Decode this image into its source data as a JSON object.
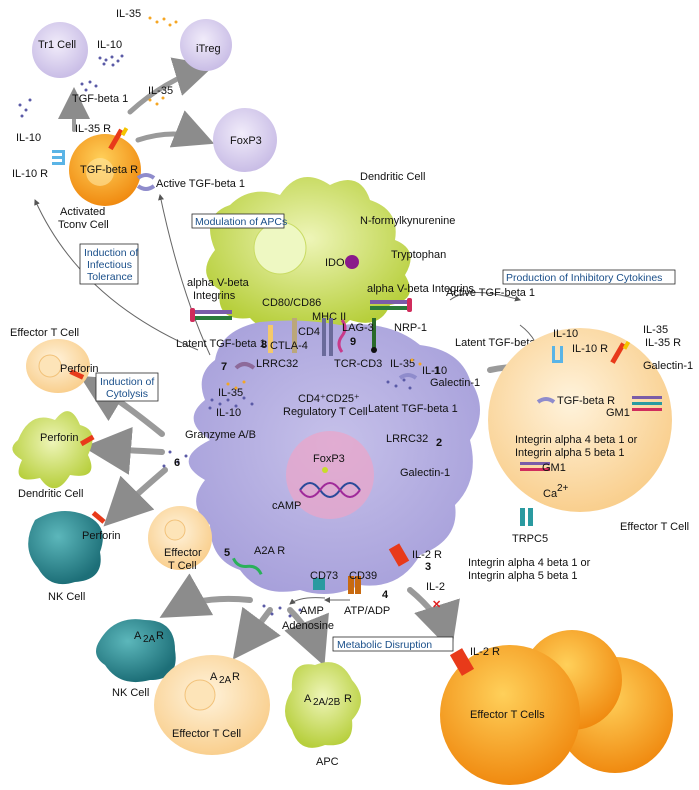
{
  "cells": {
    "tr1": "Tr1 Cell",
    "itreg": "iTreg",
    "foxp3_small": "FoxP3",
    "activated_tconv_1": "Activated",
    "activated_tconv_2": "Tconv Cell",
    "dendritic_top": "Dendritic Cell",
    "effector_left": "Effector T Cell",
    "dendritic_left": "Dendritic Cell",
    "nk_left": "NK Cell",
    "effector_small_1": "Effector",
    "effector_small_2": "T Cell",
    "nk_bottom": "NK Cell",
    "effector_bottom": "Effector T Cell",
    "apc": "APC",
    "effector_right": "Effector T Cell",
    "effector_cells_br": "Effector T Cells",
    "treg_1": "CD4⁺CD25⁺",
    "treg_2": "Regulatory T Cell",
    "foxp3_nucleus": "FoxP3"
  },
  "boxes": {
    "modulation": "Modulation of APCs",
    "infectious_1": "Induction of",
    "infectious_2": "Infectious",
    "infectious_3": "Tolerance",
    "production": "Production of Inhibitory Cytokines",
    "cytolysis_1": "Induction of",
    "cytolysis_2": "Cytolysis",
    "metabolic": "Metabolic Disruption"
  },
  "molecules": {
    "il35_top": "IL-35",
    "il10_top": "IL-10",
    "tgfb1_top": "TGF-beta 1",
    "il35_mid": "IL-35",
    "il35r_top": "IL-35 R",
    "il10_left": "IL-10",
    "il10r_left": "IL-10 R",
    "tgfbr_left": "TGF-beta R",
    "active_tgfb1_left": "Active TGF-beta 1",
    "n_formyl": "N-formylkynurenine",
    "tryptophan": "Tryptophan",
    "ido": "IDO",
    "alpha_vbeta_left_1": "alpha V-beta",
    "alpha_vbeta_left_2": "Integrins",
    "cd80": "CD80/CD86",
    "mhc2": "MHC II",
    "alpha_vbeta_right": "alpha V-beta Integrins",
    "active_tgfb1_right": "Active TGF-beta 1",
    "latent_tgfb1_right": "Latent TGF-beta 1",
    "latent_tgfb1_left": "Latent TGF-beta 1",
    "cd4": "CD4",
    "lag3": "LAG-3",
    "nrp1": "NRP-1",
    "ctla4": "CTLA-4",
    "tcr": "TCR-CD3",
    "lrrc32_left": "LRRC32",
    "il35_left": "IL-35",
    "il10_left2": "IL-10",
    "granzyme": "Granzyme A/B",
    "il35_right": "IL-35",
    "il10_right": "IL-10",
    "galectin_mid": "Galectin-1",
    "latent_tgfb1_mid": "Latent TGF-beta 1",
    "lrrc32_right": "LRRC32",
    "galectin_right_l": "Galectin-1",
    "il10_eff": "IL-10",
    "il10r_eff": "IL-10 R",
    "il35_eff": "IL-35",
    "il35r_eff": "IL-35 R",
    "galectin_eff": "Galectin-1",
    "tgfbr_eff": "TGF-beta R",
    "gm1_a": "GM1",
    "gm1_b": "GM1",
    "integrin_a_1": "Integrin alpha 4 beta 1 or",
    "integrin_a_2": "Integrin alpha 5 beta 1",
    "ca": "Ca",
    "ca_sup": "2+",
    "trpc5": "TRPC5",
    "integrin_b_1": "Integrin alpha 4 beta 1 or",
    "integrin_b_2": "Integrin alpha 5 beta 1",
    "perforin_1": "Perforin",
    "perforin_2": "Perforin",
    "perforin_3": "Perforin",
    "camp": "cAMP",
    "a2ar_treg": "A2A R",
    "cd73": "CD73",
    "cd39": "CD39",
    "amp": "AMP",
    "atp": "ATP/ADP",
    "adenosine": "Adenosine",
    "il2r_treg": "IL-2 R",
    "il2": "IL-2",
    "il2r_eff": "IL-2 R",
    "a2ar_nk": "A",
    "a2ar_nk_sub": "2A",
    "a2ar_nk_r": " R",
    "a2ar_eff": "A",
    "a2ar_eff_sub": "2A",
    "a2ar_eff_r": " R",
    "a2ab_apc": "A",
    "a2ab_apc_sub": "2A/2B",
    "a2ab_apc_r": " R"
  },
  "numbers": {
    "n1": "1",
    "n2": "2",
    "n3": "3",
    "n4": "4",
    "n5": "5",
    "n6": "6",
    "n7": "7",
    "n8": "8",
    "n9": "9"
  },
  "colors": {
    "treg": "#b3ade0",
    "lavender_cell": "#d8ccec",
    "dendritic": "#c8dc5a",
    "effector": "#fbd9a4",
    "tconv": "#f8a320",
    "nk": "#2a8a90",
    "orange_cells": "#f79a1a",
    "box_border": "#2a2a2a",
    "box_text": "#1a4f8a",
    "arrow_gray": "#8c8c8c"
  }
}
